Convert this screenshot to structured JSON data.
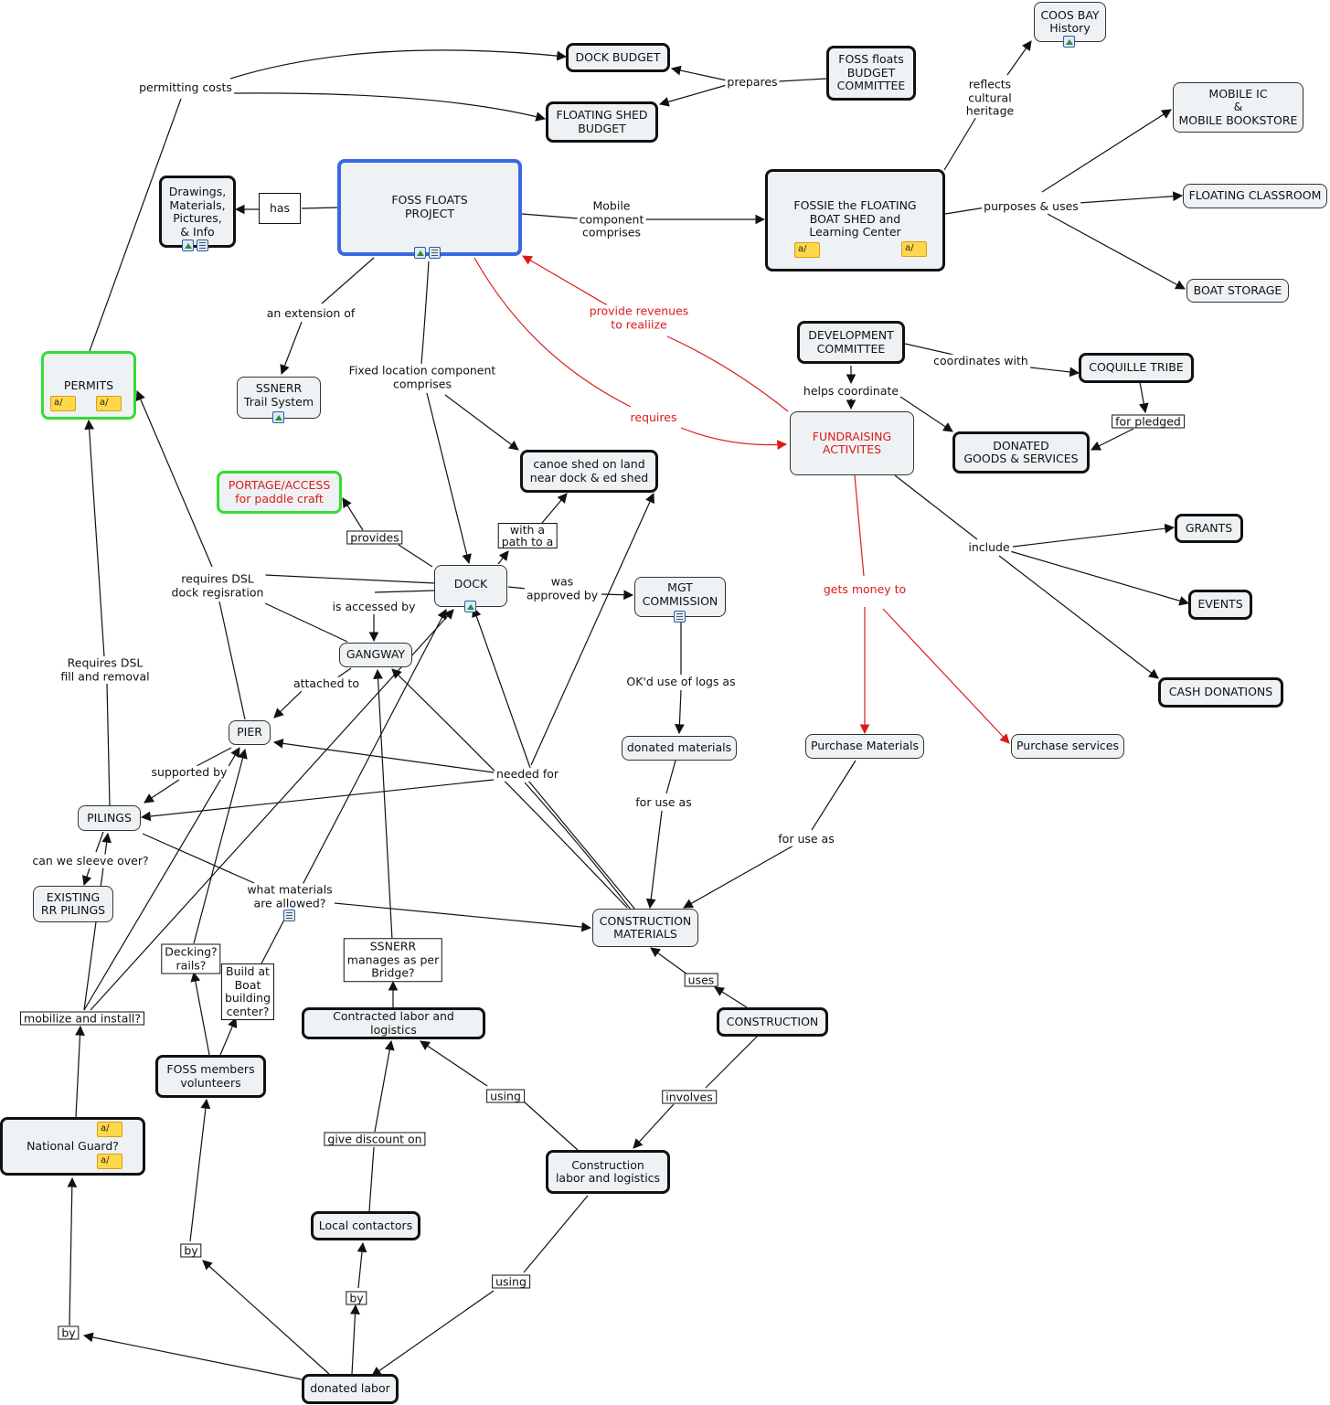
{
  "colors": {
    "red": "#dd1a1a",
    "blue_border": "#3a68e0",
    "green_border": "#33dd33",
    "node_fill": "#eef2f4"
  },
  "nodes": [
    {
      "id": "coos_bay",
      "text": "COOS BAY\nHistory",
      "icons": [
        "img"
      ]
    },
    {
      "id": "dock_budget",
      "text": "DOCK BUDGET"
    },
    {
      "id": "foss_budget",
      "text": "FOSS floats\nBUDGET\nCOMMITTEE"
    },
    {
      "id": "shed_budget",
      "text": "FLOATING SHED\nBUDGET"
    },
    {
      "id": "mobile_ic",
      "text": "MOBILE IC\n&\nMOBILE BOOKSTORE"
    },
    {
      "id": "drawings",
      "text": "Drawings,\nMaterials,\nPictures,\n& Info",
      "icons": [
        "img",
        "doc"
      ]
    },
    {
      "id": "foss_project",
      "text": "FOSS FLOATS\nPROJECT",
      "icons": [
        "img",
        "doc"
      ]
    },
    {
      "id": "fossie",
      "text": "FOSSIE the FLOATING\nBOAT SHED and\nLearning Center",
      "icons": [
        "note",
        "note"
      ]
    },
    {
      "id": "floating_classroom",
      "text": "FLOATING CLASSROOM"
    },
    {
      "id": "boat_storage",
      "text": "BOAT STORAGE"
    },
    {
      "id": "dev_committee",
      "text": "DEVELOPMENT\nCOMMITTEE"
    },
    {
      "id": "coquille",
      "text": "COQUILLE TRIBE"
    },
    {
      "id": "permits",
      "text": "PERMITS",
      "icons": [
        "note",
        "note"
      ]
    },
    {
      "id": "ssnerr_trail",
      "text": "SSNERR\nTrail System",
      "icons": [
        "img"
      ]
    },
    {
      "id": "fundraising",
      "text": "FUNDRAISING\nACTIVITES"
    },
    {
      "id": "donated_goods",
      "text": "DONATED\nGOODS & SERVICES"
    },
    {
      "id": "canoe_shed",
      "text": "canoe shed on land\nnear dock & ed shed"
    },
    {
      "id": "portage",
      "text": "PORTAGE/ACCESS\nfor paddle craft"
    },
    {
      "id": "grants",
      "text": "GRANTS"
    },
    {
      "id": "dock",
      "text": "DOCK",
      "icons": [
        "img"
      ]
    },
    {
      "id": "mgt",
      "text": "MGT\nCOMMISSION",
      "icons": [
        "doc"
      ]
    },
    {
      "id": "events",
      "text": "EVENTS"
    },
    {
      "id": "gangway",
      "text": "GANGWAY"
    },
    {
      "id": "cash",
      "text": "CASH DONATIONS"
    },
    {
      "id": "pier",
      "text": "PIER"
    },
    {
      "id": "donated_materials",
      "text": "donated materials"
    },
    {
      "id": "purchase_materials",
      "text": "Purchase Materials"
    },
    {
      "id": "purchase_services",
      "text": "Purchase services"
    },
    {
      "id": "pilings",
      "text": "PILINGS"
    },
    {
      "id": "existing_rr",
      "text": "EXISTING\nRR PILINGS"
    },
    {
      "id": "construction_materials",
      "text": "CONSTRUCTION\nMATERIALS"
    },
    {
      "id": "construction",
      "text": "CONSTRUCTION"
    },
    {
      "id": "contracted_labor",
      "text": "Contracted labor and logistics"
    },
    {
      "id": "foss_members",
      "text": "FOSS members\nvolunteers"
    },
    {
      "id": "national_guard",
      "text": "National Guard?",
      "icons": [
        "note",
        "note"
      ]
    },
    {
      "id": "construction_labor",
      "text": "Construction\nlabor and logistics"
    },
    {
      "id": "local_contractors",
      "text": "Local contactors"
    },
    {
      "id": "donated_labor",
      "text": "donated labor"
    }
  ],
  "labels": [
    {
      "id": "lbl_permitting_costs",
      "text": "permitting costs"
    },
    {
      "id": "lbl_prepares",
      "text": "prepares"
    },
    {
      "id": "lbl_reflects",
      "text": "reflects\ncultural\nheritage"
    },
    {
      "id": "lbl_has",
      "text": "has"
    },
    {
      "id": "lbl_mobile_component",
      "text": "Mobile\ncomponent\ncomprises"
    },
    {
      "id": "lbl_purposes",
      "text": "purposes & uses"
    },
    {
      "id": "lbl_an_extension",
      "text": "an extension of"
    },
    {
      "id": "lbl_provide_revenues",
      "text": "provide revenues\nto realiize"
    },
    {
      "id": "lbl_coordinates_with",
      "text": "coordinates with"
    },
    {
      "id": "lbl_fixed_location",
      "text": "Fixed location component\ncomprises"
    },
    {
      "id": "lbl_helps_coordinate",
      "text": "helps coordinate"
    },
    {
      "id": "lbl_requires",
      "text": "requires"
    },
    {
      "id": "lbl_for_pledged",
      "text": "for pledged"
    },
    {
      "id": "lbl_with_path",
      "text": "with a\npath to a"
    },
    {
      "id": "lbl_provides",
      "text": "provides"
    },
    {
      "id": "lbl_include",
      "text": "include"
    },
    {
      "id": "lbl_requires_dsl_dock",
      "text": "requires DSL\ndock regisration"
    },
    {
      "id": "lbl_was_approved",
      "text": "was\napproved by"
    },
    {
      "id": "lbl_gets_money",
      "text": "gets money to"
    },
    {
      "id": "lbl_is_accessed",
      "text": "is accessed by"
    },
    {
      "id": "lbl_requires_dsl_fill",
      "text": "Requires DSL\nfill and removal"
    },
    {
      "id": "lbl_attached_to",
      "text": "attached to"
    },
    {
      "id": "lbl_okd_use",
      "text": "OK'd use of logs as"
    },
    {
      "id": "lbl_supported_by",
      "text": "supported by"
    },
    {
      "id": "lbl_needed_for",
      "text": "needed for"
    },
    {
      "id": "lbl_for_use_as_1",
      "text": "for use as"
    },
    {
      "id": "lbl_for_use_as_2",
      "text": "for use as"
    },
    {
      "id": "lbl_can_we_sleeve",
      "text": "can we sleeve over?"
    },
    {
      "id": "lbl_what_materials",
      "text": "what materials\nare allowed?"
    },
    {
      "id": "lbl_ssnerr_manages",
      "text": "SSNERR\nmanages as per\nBridge?"
    },
    {
      "id": "lbl_decking",
      "text": "Decking?\nrails?"
    },
    {
      "id": "lbl_build_at_boat",
      "text": "Build at\nBoat\nbuilding\ncenter?"
    },
    {
      "id": "lbl_uses",
      "text": "uses"
    },
    {
      "id": "lbl_mobilize",
      "text": "mobilize and install?"
    },
    {
      "id": "lbl_involves",
      "text": "involves"
    },
    {
      "id": "lbl_using_1",
      "text": "using"
    },
    {
      "id": "lbl_give_discount",
      "text": "give discount on"
    },
    {
      "id": "lbl_by_1",
      "text": "by"
    },
    {
      "id": "lbl_by_2",
      "text": "by"
    },
    {
      "id": "lbl_using_2",
      "text": "using"
    },
    {
      "id": "lbl_by_3",
      "text": "by"
    }
  ]
}
